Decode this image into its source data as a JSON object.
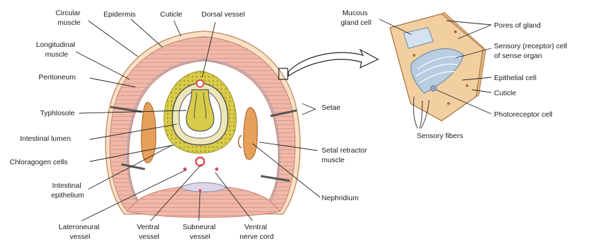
{
  "labels": {
    "circular_muscle": [
      "Circular",
      "muscle"
    ],
    "epidermis": "Epidermis",
    "cuticle": "Cuticle",
    "dorsal_vessel": "Dorsal vessel",
    "longitudinal_muscle": [
      "Longitudinal",
      "muscle"
    ],
    "peritoneum": "Peritoneum",
    "typhlosole": "Typhlosole",
    "intestinal_lumen": "Intestinal lumen",
    "chloragogen_cells": "Chloragogen cells",
    "intestinal_epithelium": [
      "Intestinal",
      "epithelium"
    ],
    "setae": "Setae",
    "setal_retractor_muscle": [
      "Setal retractor",
      "muscle"
    ],
    "nephridium": "Nephridium",
    "lateroneural_vessel": [
      "Lateroneural",
      "vessel"
    ],
    "ventral_vessel": [
      "Ventral",
      "vessel"
    ],
    "subneural_vessel": [
      "Subneural",
      "vessel"
    ],
    "ventral_nerve_cord": [
      "Ventral",
      "nerve cord"
    ],
    "mucous_gland_cell": [
      "Mucous",
      "gland cell"
    ],
    "pores_of_gland": "Pores of gland",
    "sensory_receptor_cell": [
      "Sensory (receptor) cell",
      "of sense organ"
    ],
    "epithelial_cell": "Epithelial cell",
    "cuticle_detail": "Cuticle",
    "photoreceptor_cell": "Photoreceptor cell",
    "sensory_fibers": "Sensory fibers"
  },
  "colors": {
    "body_wall": "#f0b8a8",
    "muscle_line": "#d58a7c",
    "cuticle": "#f7e2c4",
    "chloragogen": "#d8cc4a",
    "intestine_wall": "#e8e1b0",
    "nephridium": "#e6a05a",
    "vessel": "#e04a55",
    "detail_tissue": "#f1cfa0",
    "sensory_cell": "#b8cde0"
  }
}
